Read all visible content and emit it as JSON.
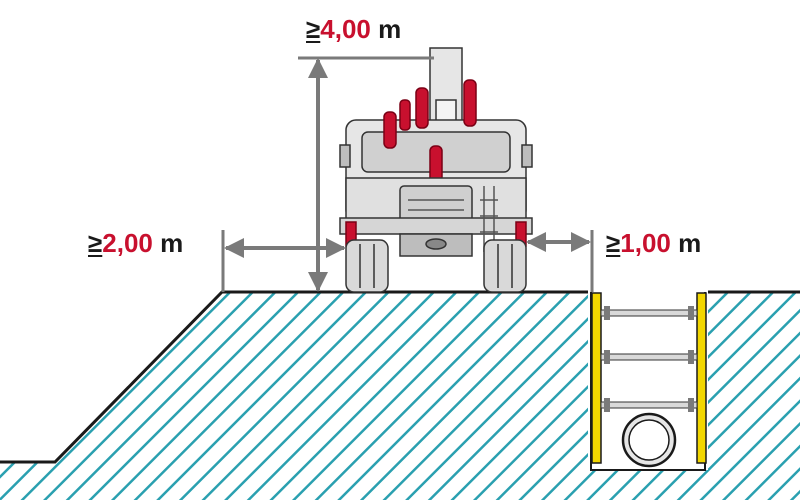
{
  "labels": {
    "height": {
      "symbol": "≥",
      "value": "4,00",
      "unit": "m"
    },
    "slope_distance": {
      "symbol": "≥",
      "value": "2,00",
      "unit": "m"
    },
    "trench_distance": {
      "symbol": "≥",
      "value": "1,00",
      "unit": "m"
    }
  },
  "colors": {
    "ground_line": "#1a1a1a",
    "hatch": "#2aa0b0",
    "dimension_arrow": "#7a7a7a",
    "accent_red": "#c8102e",
    "vehicle_body": "#e6e6e6",
    "vehicle_outline": "#333333",
    "shoring_yellow": "#f2d600"
  }
}
